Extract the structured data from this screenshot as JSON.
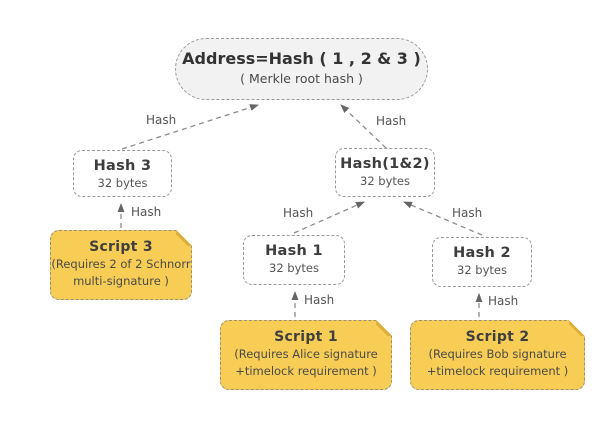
{
  "diagram": {
    "root": {
      "title": "Address=Hash ( 1 , 2 & 3 )",
      "subtitle": "( Merkle root hash )"
    },
    "nodes": [
      {
        "id": "hash3",
        "title": "Hash 3",
        "subtitle": "32 bytes"
      },
      {
        "id": "hash12",
        "title": "Hash(1&2)",
        "subtitle": "32 bytes"
      },
      {
        "id": "hash1",
        "title": "Hash 1",
        "subtitle": "32 bytes"
      },
      {
        "id": "hash2",
        "title": "Hash 2",
        "subtitle": "32 bytes"
      }
    ],
    "scripts": [
      {
        "id": "script3",
        "title": "Script 3",
        "line1": "(Requires 2 of 2 Schnorr",
        "line2": "multi-signature )"
      },
      {
        "id": "script1",
        "title": "Script 1",
        "line1": "(Requires Alice signature",
        "line2": "+timelock requirement )"
      },
      {
        "id": "script2",
        "title": "Script 2",
        "line1": "(Requires Bob signature",
        "line2": "+timelock requirement )"
      }
    ],
    "edge_label": "Hash",
    "colors": {
      "script_fill": "#F8CD56",
      "script_fold": "#DCAF3A",
      "script_border": "#99917C",
      "box_border": "#999999",
      "root_fill": "#F2F2F2",
      "line": "#8C8C8C",
      "arrowhead": "#666666",
      "title_text": "#3D3D3D",
      "body_text": "#4A4A4A"
    }
  }
}
